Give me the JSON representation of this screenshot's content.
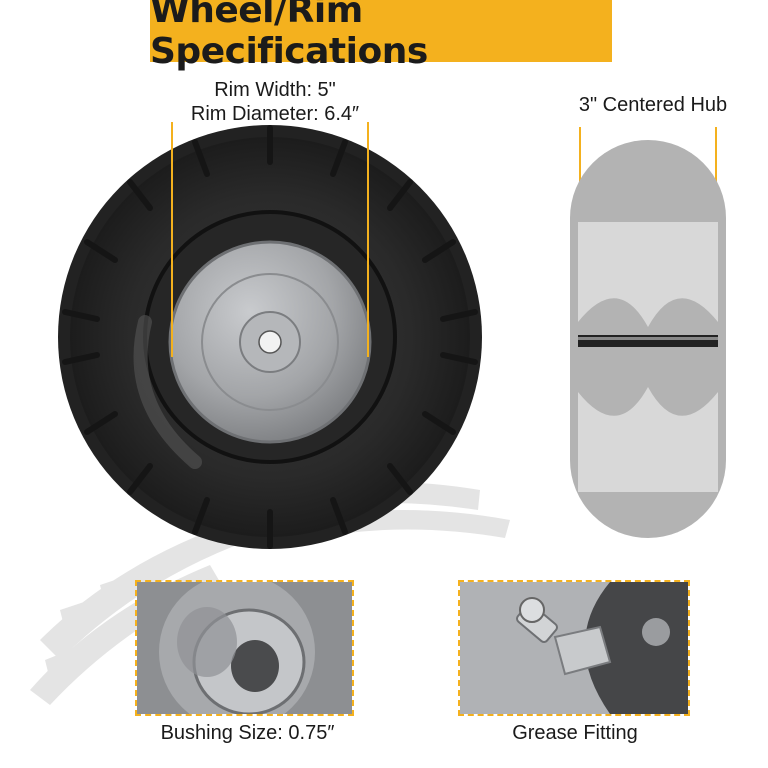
{
  "title": "Wheel/Rim Specifications",
  "rim_width": "Rim Width: 5\"",
  "rim_diameter": "Rim Diameter: 6.4″",
  "hub_label": "3\" Centered Hub",
  "bushing_label": "Bushing Size: 0.75″",
  "grease_label": "Grease Fitting",
  "colors": {
    "accent": "#f4b11e",
    "tire": "#2b2b2b",
    "rim": "#a9abae",
    "hub_profile": "#b3b3b3"
  }
}
